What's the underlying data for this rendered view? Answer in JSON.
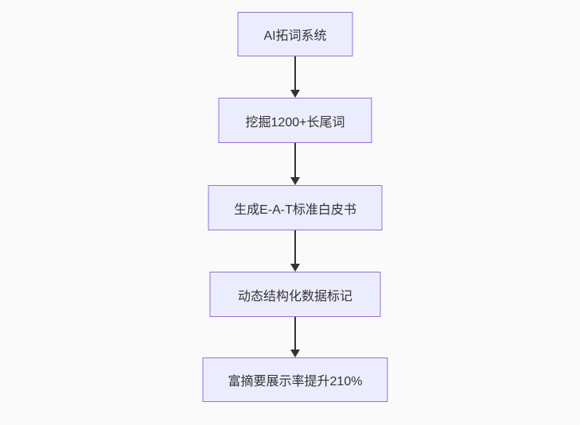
{
  "diagram": {
    "type": "flowchart",
    "direction": "top-down",
    "nodes": [
      {
        "id": "step-1",
        "label": "AI拓词系统"
      },
      {
        "id": "step-2",
        "label": "挖掘1200+长尾词"
      },
      {
        "id": "step-3",
        "label": "生成E-A-T标准白皮书"
      },
      {
        "id": "step-4",
        "label": "动态结构化数据标记"
      },
      {
        "id": "step-5",
        "label": "富摘要展示率提升210%"
      }
    ],
    "edges": [
      {
        "from": "step-1",
        "to": "step-2"
      },
      {
        "from": "step-2",
        "to": "step-3"
      },
      {
        "from": "step-3",
        "to": "step-4"
      },
      {
        "from": "step-4",
        "to": "step-5"
      }
    ],
    "colors": {
      "background": "#FAFAFA",
      "node_fill": "#ECECFF",
      "node_border": "#9370DB",
      "arrow": "#333333",
      "text": "#333333"
    }
  }
}
